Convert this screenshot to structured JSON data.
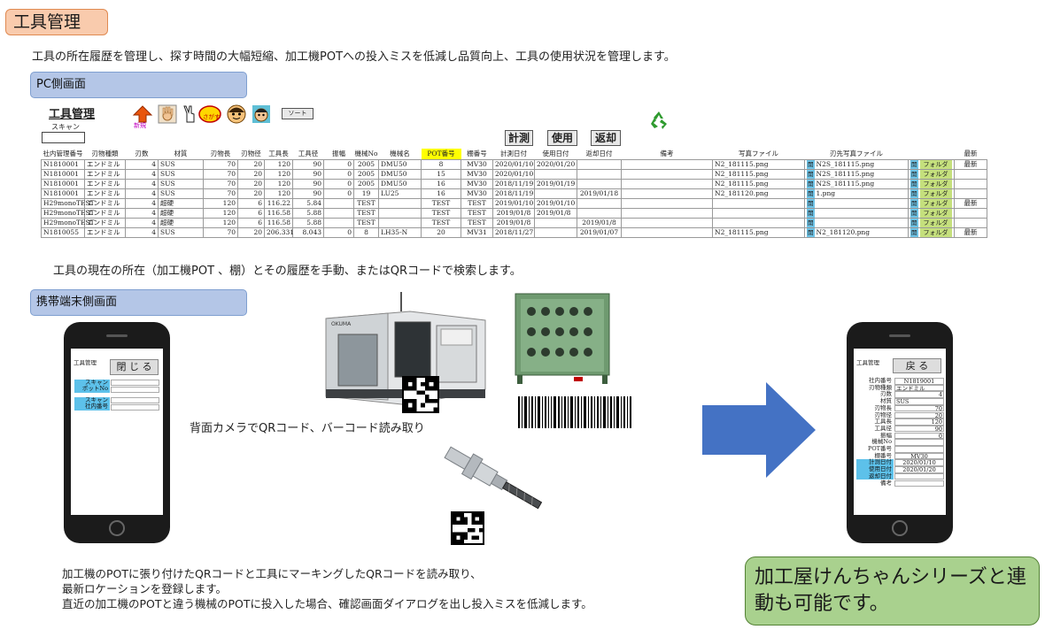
{
  "title": "工具管理",
  "intro": "工具の所在履歴を管理し、探す時間の大幅短縮、加工機POTへの投入ミスを低減し品質向上、工具の使用状況を管理します。",
  "pc_section": {
    "label": "PC側画面",
    "app_title": "工具管理",
    "scan_label": "スキャン",
    "new_label": "新規",
    "search_label": "さがす",
    "sort_label": "ソート",
    "measure_label": "計測",
    "use_label": "使用",
    "return_label": "返却",
    "columns": [
      "社内管理番号",
      "刃物種類",
      "刃数",
      "材質",
      "刃物長",
      "刃物径",
      "工具長",
      "工具径",
      "振幅",
      "機械No",
      "機械名",
      "POT番号",
      "棚番号",
      "計測日付",
      "使用日付",
      "返却日付",
      "備考",
      "写真ファイル",
      "刃先写真ファイル",
      "",
      "最新"
    ],
    "open_label": "開",
    "folder_label": "フォルダ",
    "rows": [
      {
        "id": "N1810001",
        "type": "エンドミル",
        "teeth": "4",
        "material": "SUS",
        "len": "70",
        "dia": "20",
        "tlen": "120",
        "tdia": "90",
        "runout": "0",
        "mno": "2005",
        "mname": "DMU50",
        "pot": "8",
        "shelf": "MV30",
        "measure": "2020/01/10",
        "use": "2020/01/20",
        "ret": "",
        "note": "",
        "photo": "N2_181115.png",
        "open1": true,
        "tip": "N2S_181115.png",
        "open2": true,
        "folder": true,
        "latest": "最新"
      },
      {
        "id": "N1810001",
        "type": "エンドミル",
        "teeth": "4",
        "material": "SUS",
        "len": "70",
        "dia": "20",
        "tlen": "120",
        "tdia": "90",
        "runout": "0",
        "mno": "2005",
        "mname": "DMU50",
        "pot": "15",
        "shelf": "MV30",
        "measure": "2020/01/10",
        "use": "",
        "ret": "",
        "note": "",
        "photo": "N2_181115.png",
        "open1": true,
        "tip": "N2S_181115.png",
        "open2": true,
        "folder": true,
        "latest": ""
      },
      {
        "id": "N1810001",
        "type": "エンドミル",
        "teeth": "4",
        "material": "SUS",
        "len": "70",
        "dia": "20",
        "tlen": "120",
        "tdia": "90",
        "runout": "0",
        "mno": "2005",
        "mname": "DMU50",
        "pot": "16",
        "shelf": "MV30",
        "measure": "2018/11/19",
        "use": "2019/01/19",
        "ret": "",
        "note": "",
        "photo": "N2_181115.png",
        "open1": true,
        "tip": "N2S_181115.png",
        "open2": true,
        "folder": true,
        "latest": ""
      },
      {
        "id": "N1810001",
        "type": "エンドミル",
        "teeth": "4",
        "material": "SUS",
        "len": "70",
        "dia": "20",
        "tlen": "120",
        "tdia": "90",
        "runout": "0",
        "mno": "19",
        "mname": "LU25",
        "pot": "16",
        "shelf": "MV30",
        "measure": "2018/11/19",
        "use": "",
        "ret": "2019/01/18",
        "note": "",
        "photo": "N2_181120.png",
        "open1": true,
        "tip": "1.png",
        "open2": true,
        "folder": true,
        "latest": ""
      },
      {
        "id": "H29monoTEST",
        "type": "エンドミル",
        "teeth": "4",
        "material": "超硬",
        "len": "120",
        "dia": "6",
        "tlen": "116.22",
        "tdia": "5.84",
        "runout": "",
        "mno": "TEST",
        "mname": "",
        "pot": "TEST",
        "shelf": "TEST",
        "measure": "2019/01/10",
        "use": "2019/01/10",
        "ret": "",
        "note": "",
        "photo": "",
        "open1": true,
        "tip": "",
        "open2": true,
        "folder": true,
        "latest": "最新"
      },
      {
        "id": "H29monoTEST",
        "type": "エンドミル",
        "teeth": "4",
        "material": "超硬",
        "len": "120",
        "dia": "6",
        "tlen": "116.58",
        "tdia": "5.88",
        "runout": "",
        "mno": "TEST",
        "mname": "",
        "pot": "TEST",
        "shelf": "TEST",
        "measure": "2019/01/8",
        "use": "2019/01/8",
        "ret": "",
        "note": "",
        "photo": "",
        "open1": true,
        "tip": "",
        "open2": true,
        "folder": true,
        "latest": ""
      },
      {
        "id": "H29monoTEST",
        "type": "エンドミル",
        "teeth": "4",
        "material": "超硬",
        "len": "120",
        "dia": "6",
        "tlen": "116.58",
        "tdia": "5.88",
        "runout": "",
        "mno": "TEST",
        "mname": "",
        "pot": "TEST",
        "shelf": "TEST",
        "measure": "2019/01/8",
        "use": "",
        "ret": "2019/01/8",
        "note": "",
        "photo": "",
        "open1": true,
        "tip": "",
        "open2": true,
        "folder": true,
        "latest": ""
      },
      {
        "id": "N1810055",
        "type": "エンドミル",
        "teeth": "4",
        "material": "SUS",
        "len": "70",
        "dia": "20",
        "tlen": "206.331",
        "tdia": "8.043",
        "runout": "0",
        "mno": "8",
        "mname": "LH35-N",
        "pot": "20",
        "shelf": "MV31",
        "measure": "2018/11/27",
        "use": "",
        "ret": "2019/01/07",
        "note": "",
        "photo": "N2_181115.png",
        "open1": true,
        "tip": "N2_181120.png",
        "open2": true,
        "folder": true,
        "latest": "最新"
      }
    ]
  },
  "search_caption": "工具の現在の所在（加工機POT 、棚）とその履歴を手動、またはQRコードで検索します。",
  "mobile_section": {
    "label": "携帯端末側画面",
    "left_phone": {
      "app_title": "工具管理",
      "close_label": "閉 じ る",
      "scan_pot_line1": "スキャン",
      "scan_pot_line2": "ポットNo",
      "scan_id_line1": "スキャン",
      "scan_id_line2": "社内番号"
    },
    "camera_caption": "背面カメラでQRコード、バーコード読み取り",
    "right_phone": {
      "app_title": "工具管理",
      "back_label": "戻 る",
      "fields": [
        {
          "label": "社内番号",
          "value": "N1819001",
          "value_align": "center",
          "highlight": false
        },
        {
          "label": "刃物種類",
          "value": "エンドミル",
          "value_align": "left",
          "highlight": false
        },
        {
          "label": "刃数",
          "value": "4",
          "value_align": "right",
          "highlight": false
        },
        {
          "label": "材質",
          "value": "SUS",
          "value_align": "left",
          "highlight": false
        },
        {
          "label": "刃物長",
          "value": "70",
          "value_align": "right",
          "highlight": false
        },
        {
          "label": "刃物径",
          "value": "20",
          "value_align": "right",
          "highlight": false
        },
        {
          "label": "工具長",
          "value": "120",
          "value_align": "right",
          "highlight": false
        },
        {
          "label": "工具径",
          "value": "90",
          "value_align": "right",
          "highlight": false
        },
        {
          "label": "振幅",
          "value": "0",
          "value_align": "right",
          "highlight": false
        },
        {
          "label": "機械No",
          "value": "",
          "value_align": "left",
          "highlight": false
        },
        {
          "label": "POT番号",
          "value": "",
          "value_align": "left",
          "highlight": false
        },
        {
          "label": "棚番号",
          "value": "MV30",
          "value_align": "center",
          "highlight": false
        },
        {
          "label": "計測日付",
          "value": "2020/01/10",
          "value_align": "center",
          "highlight": true
        },
        {
          "label": "使用日付",
          "value": "2020/01/20",
          "value_align": "center",
          "highlight": true
        },
        {
          "label": "返却日付",
          "value": "",
          "value_align": "left",
          "highlight": true
        },
        {
          "label": "備考",
          "value": "",
          "value_align": "left",
          "highlight": false
        }
      ]
    }
  },
  "footer_lines": [
    "加工機のPOTに張り付けたQRコードと工具にマーキングしたQRコードを読み取り、",
    "最新ロケーションを登録します。",
    "直近の加工機のPOTと違う機械のPOTに投入した場合、確認画面ダイアログを出し投入ミスを低減します。"
  ],
  "note": "加工屋けんちゃんシリーズと連動も可能です。",
  "colors": {
    "title_bg": "#f9cbad",
    "section_bg": "#b4c6e7",
    "pot_header": "#ffff00",
    "open_badge": "#6ec3e6",
    "folder_badge": "#c5e07d",
    "arrow": "#4472c4",
    "note_bg": "#a9d18e"
  }
}
